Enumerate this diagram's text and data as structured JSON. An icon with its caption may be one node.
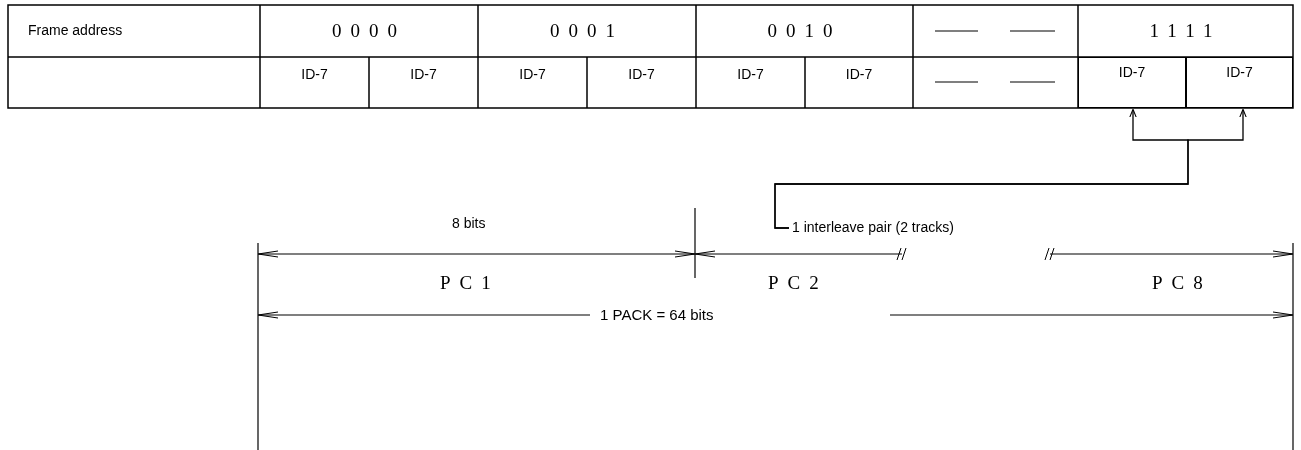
{
  "diagram": {
    "nodes": [
      {
        "text": [
          "ID-7"
        ]
      },
      {
        "text": [
          "ID-7"
        ]
      },
      {
        "text": [
          "1 interleave pair (2 tracks)"
        ]
      }
    ],
    "edges": [
      {
        "from": 2,
        "to": 0,
        "arrow": "to"
      },
      {
        "from": 2,
        "to": 1,
        "arrow": "to"
      }
    ],
    "labels": [
      "Frame address",
      "0000",
      "0001",
      "0010",
      "1111",
      "ID-7",
      "ID-7",
      "ID-7",
      "ID-7",
      "ID-7",
      "ID-7",
      "8 bits",
      "PC1",
      "PC2",
      "PC8",
      "1 PACK = 64 bits"
    ]
  }
}
